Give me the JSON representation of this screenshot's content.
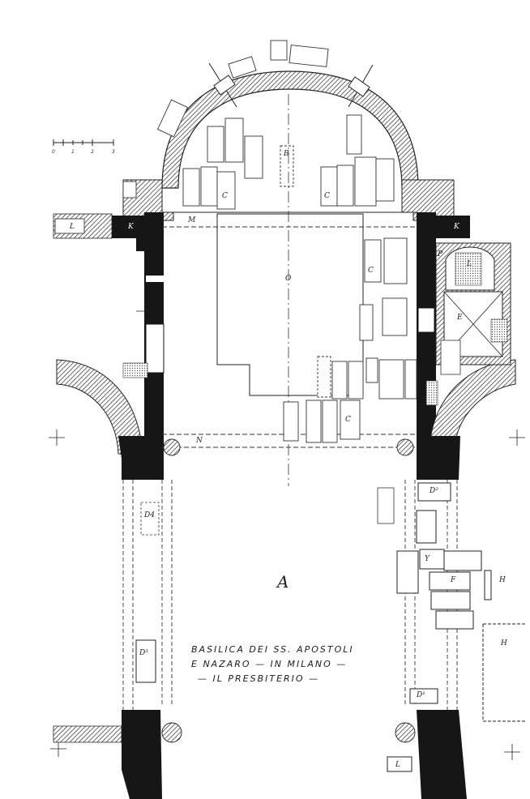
{
  "caption": {
    "line1": "BASILICA DEI SS. APOSTOLI",
    "line2": "E NAZARO — IN MILANO —",
    "line3": "— IL PRESBITERIO —"
  },
  "scale_bar": {
    "ticks": [
      "0",
      "1",
      "2",
      "3"
    ]
  },
  "labels": {
    "A": "A",
    "B": "B",
    "C": "C",
    "D1": "D¹",
    "D2": "D²",
    "D3": "D³",
    "D4": "D4",
    "E": "E",
    "F": "F",
    "H": "H",
    "K": "K",
    "L": "L",
    "M": "M",
    "N": "N",
    "O": "O",
    "P": "P",
    "Y": "Y"
  },
  "colors": {
    "wall_solid": "#161616",
    "wall_hatch": "#5a5a5a",
    "line": "#2a2a2a",
    "background": "#ffffff"
  }
}
